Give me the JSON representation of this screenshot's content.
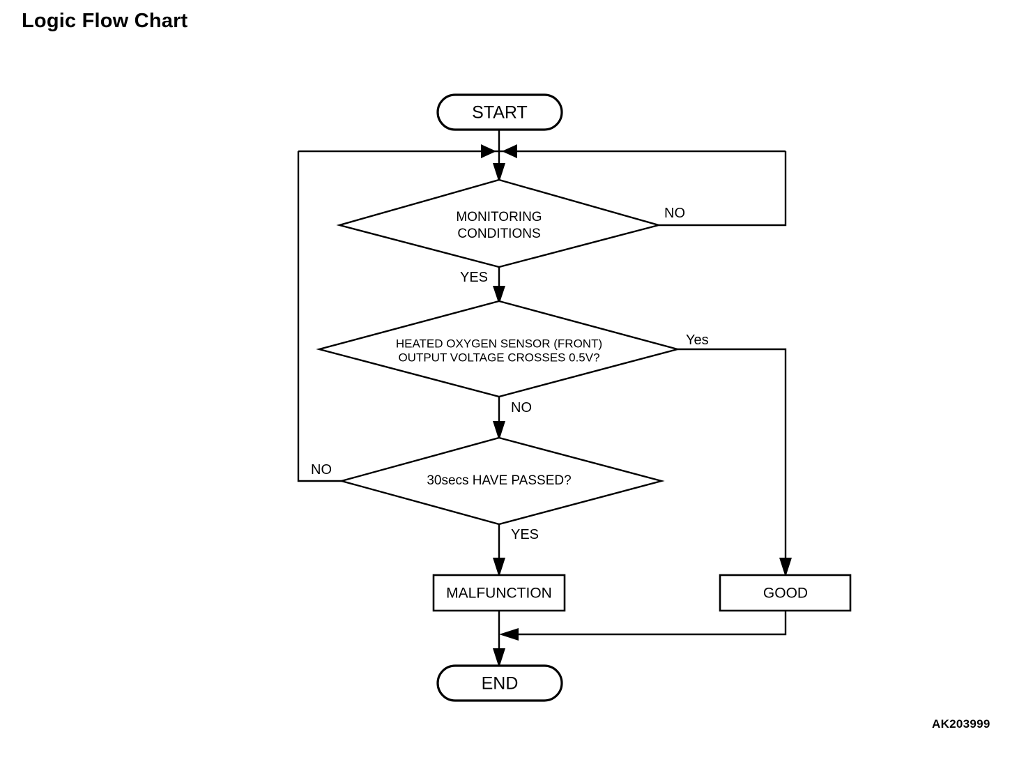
{
  "page": {
    "title": "Logic Flow Chart",
    "reference_code": "AK203999",
    "background_color": "#ffffff",
    "line_color": "#000000"
  },
  "chart_data": {
    "type": "diagram",
    "diagram_type": "flowchart",
    "title": "Logic Flow Chart",
    "orientation": "top-to-bottom",
    "nodes": [
      {
        "id": "start",
        "shape": "terminator",
        "label": "START"
      },
      {
        "id": "monitoring",
        "shape": "decision",
        "label": "MONITORING CONDITIONS",
        "line1": "MONITORING",
        "line2": "CONDITIONS"
      },
      {
        "id": "o2crosses",
        "shape": "decision",
        "label": "HEATED OXYGEN SENSOR (FRONT) OUTPUT VOLTAGE CROSSES 0.5V?",
        "line1": "HEATED OXYGEN SENSOR (FRONT)",
        "line2": "OUTPUT VOLTAGE CROSSES 0.5V?"
      },
      {
        "id": "timer",
        "shape": "decision",
        "label": "30secs HAVE PASSED?"
      },
      {
        "id": "malfunction",
        "shape": "process",
        "label": "MALFUNCTION"
      },
      {
        "id": "good",
        "shape": "process",
        "label": "GOOD"
      },
      {
        "id": "end",
        "shape": "terminator",
        "label": "END"
      }
    ],
    "edges": [
      {
        "from": "start",
        "to": "monitoring",
        "label": ""
      },
      {
        "from": "monitoring",
        "to": "monitoring",
        "label": "NO",
        "route": "right-loop-back-to-junction"
      },
      {
        "from": "monitoring",
        "to": "o2crosses",
        "label": "YES",
        "route": "down"
      },
      {
        "from": "o2crosses",
        "to": "good",
        "label": "Yes",
        "route": "right-then-down"
      },
      {
        "from": "o2crosses",
        "to": "timer",
        "label": "NO",
        "route": "down"
      },
      {
        "from": "timer",
        "to": "monitoring",
        "label": "NO",
        "route": "left-loop-back-to-junction"
      },
      {
        "from": "timer",
        "to": "malfunction",
        "label": "YES",
        "route": "down"
      },
      {
        "from": "malfunction",
        "to": "end",
        "label": "",
        "route": "down"
      },
      {
        "from": "good",
        "to": "end",
        "label": "",
        "route": "down-then-left-merge"
      }
    ],
    "edge_labels": {
      "monitoring_no": "NO",
      "monitoring_yes": "YES",
      "o2_yes": "Yes",
      "o2_no": "NO",
      "timer_no": "NO",
      "timer_yes": "YES"
    }
  }
}
